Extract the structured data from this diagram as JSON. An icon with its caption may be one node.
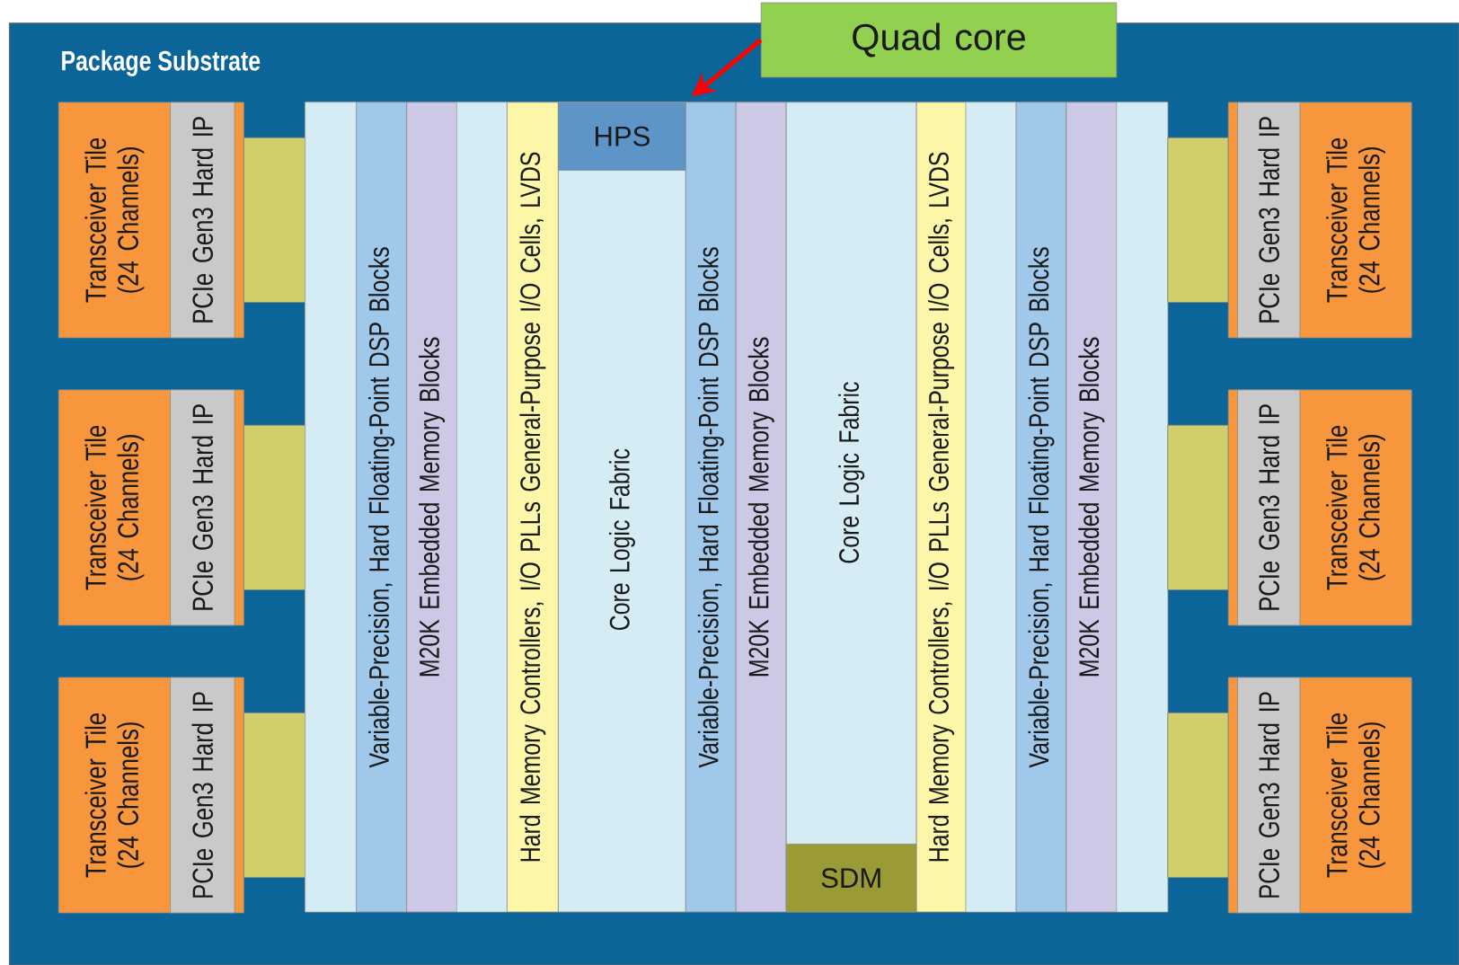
{
  "diagram": {
    "nodes": [
      {
        "text": [
          "Package Substrate"
        ]
      },
      {
        "text": [
          "Transceiver Tile (24 Channels)"
        ],
        "in": 0
      },
      {
        "text": [
          "PCIe Gen3 Hard IP"
        ],
        "in": 1
      },
      {
        "text": [],
        "shape": "box",
        "in": 0
      },
      {
        "text": [
          "Transceiver Tile (24 Channels)"
        ],
        "in": 0
      },
      {
        "text": [
          "PCIe Gen3 Hard IP"
        ],
        "in": 4
      },
      {
        "text": [],
        "shape": "box",
        "in": 0
      },
      {
        "text": [
          "Transceiver Tile (24 Channels)"
        ],
        "in": 0
      },
      {
        "text": [
          "PCIe Gen3 Hard IP"
        ],
        "in": 7
      },
      {
        "text": [],
        "shape": "box",
        "in": 0
      },
      {
        "text": [],
        "shape": "box",
        "in": 0
      },
      {
        "text": [],
        "shape": "bar",
        "in": 10
      },
      {
        "text": [
          "Variable-Precision, Hard Floating-Point DSP Blocks"
        ],
        "in": 10
      },
      {
        "text": [
          "M20K Embedded Memory Blocks"
        ],
        "in": 10
      },
      {
        "text": [],
        "shape": "bar",
        "in": 10
      },
      {
        "text": [
          "Hard Memory Controllers, I/O PLLs General-Purpose I/O Cells, LVDS"
        ],
        "in": 10
      },
      {
        "text": [
          "Core Logic Fabric"
        ],
        "in": 10
      },
      {
        "text": [
          "HPS"
        ],
        "in": 16
      },
      {
        "text": [
          "Variable-Precision, Hard Floating-Point DSP Blocks"
        ],
        "in": 10
      },
      {
        "text": [
          "M20K Embedded Memory Blocks"
        ],
        "in": 10
      },
      {
        "text": [
          "Core Logic Fabric"
        ],
        "in": 10
      },
      {
        "text": [
          "SDM"
        ],
        "in": 20
      },
      {
        "text": [
          "Hard Memory Controllers, I/O PLLs General-Purpose I/O Cells, LVDS"
        ],
        "in": 10
      },
      {
        "text": [],
        "shape": "bar",
        "in": 10
      },
      {
        "text": [
          "Variable-Precision, Hard Floating-Point DSP Blocks"
        ],
        "in": 10
      },
      {
        "text": [
          "M20K Embedded Memory Blocks"
        ],
        "in": 10
      },
      {
        "text": [],
        "shape": "bar",
        "in": 10
      },
      {
        "text": [],
        "shape": "box",
        "in": 0
      },
      {
        "text": [
          "Transceiver Tile (24 Channels)"
        ],
        "in": 0
      },
      {
        "text": [
          "PCIe Gen3 Hard IP"
        ],
        "in": 28
      },
      {
        "text": [],
        "shape": "box",
        "in": 0
      },
      {
        "text": [
          "Transceiver Tile (24 Channels)"
        ],
        "in": 0
      },
      {
        "text": [
          "PCIe Gen3 Hard IP"
        ],
        "in": 31
      },
      {
        "text": [],
        "shape": "box",
        "in": 0
      },
      {
        "text": [
          "Transceiver Tile (24 Channels)"
        ],
        "in": 0
      },
      {
        "text": [
          "PCIe Gen3 Hard IP"
        ],
        "in": 34
      },
      {
        "text": [
          "Quad core"
        ]
      }
    ],
    "edges": [
      {
        "from": 36,
        "to": 17,
        "arrow": "to",
        "color": "#ff0000"
      }
    ]
  }
}
